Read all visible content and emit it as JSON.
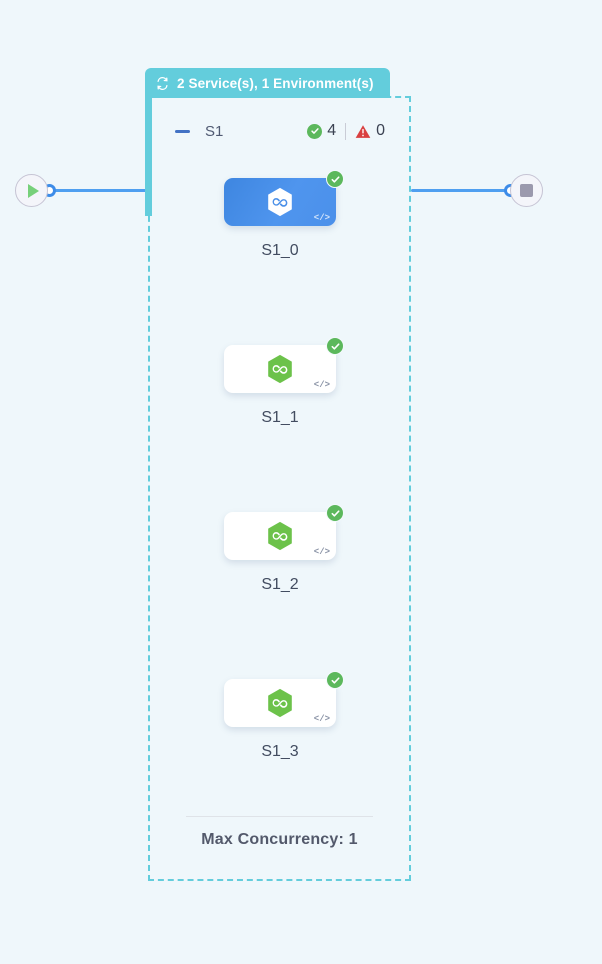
{
  "canvas": {
    "background_color": "#eff7fb"
  },
  "flow": {
    "start_marker": {
      "icon": "play-icon",
      "color": "#77d07a"
    },
    "end_marker": {
      "icon": "stop-square-icon",
      "color": "#9b99ad"
    },
    "edge_color": "#4f9ff0",
    "port_color": "#3d8ce8"
  },
  "group": {
    "header": {
      "icon": "refresh-loop-icon",
      "label": "2 Service(s), 1 Environment(s)",
      "background_color": "#63cddc",
      "text_color": "#ffffff"
    },
    "border_color": "#63cddc",
    "collapse_icon": "minus-icon",
    "name": "S1",
    "status": {
      "success": {
        "icon": "check-circle-icon",
        "count": "4",
        "color": "#5cb85c"
      },
      "error": {
        "icon": "warning-triangle-icon",
        "count": "0",
        "color": "#d94040"
      }
    },
    "footer": {
      "label": "Max Concurrency: 1"
    }
  },
  "nodes": [
    {
      "label": "S1_0",
      "state": "selected",
      "logo": "hexagon-infinity-icon",
      "logo_color": "#ffffff",
      "card_color": "#4a8fe8",
      "status_badge": "check-circle-icon",
      "code_badge": "</>"
    },
    {
      "label": "S1_1",
      "state": "default",
      "logo": "hexagon-infinity-icon",
      "logo_color": "#6cc24a",
      "card_color": "#ffffff",
      "status_badge": "check-circle-icon",
      "code_badge": "</>"
    },
    {
      "label": "S1_2",
      "state": "default",
      "logo": "hexagon-infinity-icon",
      "logo_color": "#6cc24a",
      "card_color": "#ffffff",
      "status_badge": "check-circle-icon",
      "code_badge": "</>"
    },
    {
      "label": "S1_3",
      "state": "default",
      "logo": "hexagon-infinity-icon",
      "logo_color": "#6cc24a",
      "card_color": "#ffffff",
      "status_badge": "check-circle-icon",
      "code_badge": "</>"
    }
  ]
}
